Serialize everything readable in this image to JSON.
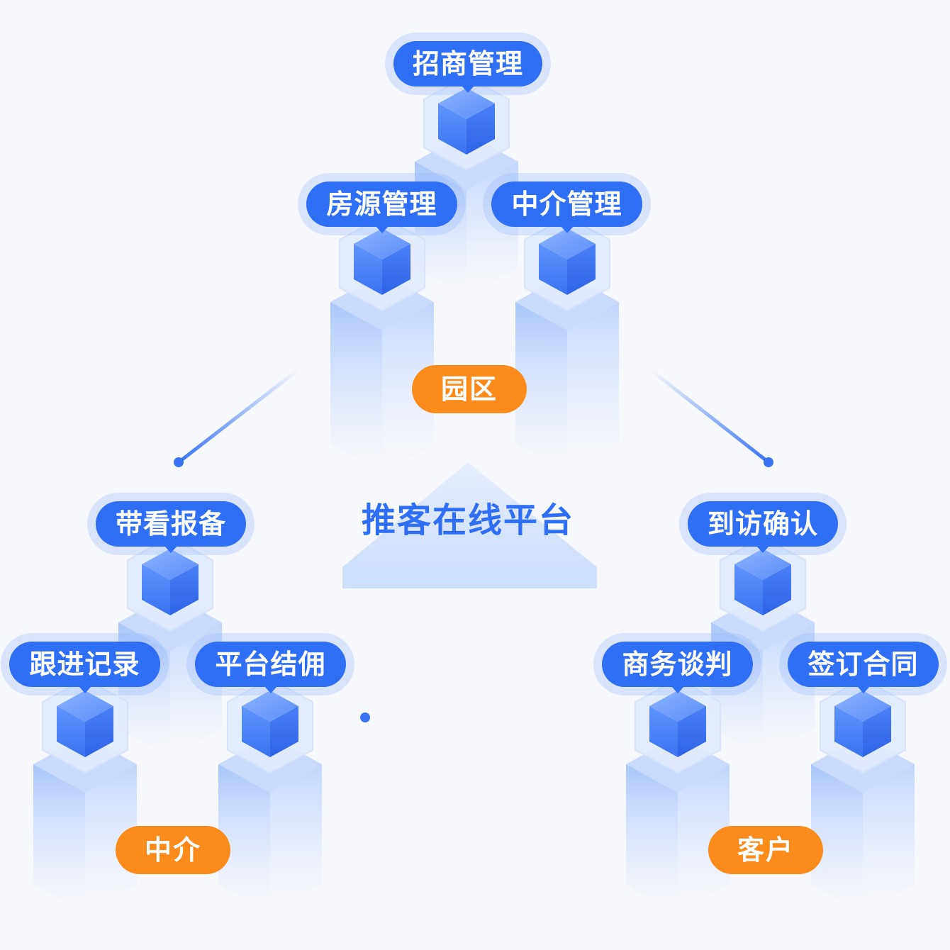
{
  "center_title": "推客在线平台",
  "groups": [
    {
      "tag": "园区",
      "nodes": [
        "招商管理",
        "房源管理",
        "中介管理"
      ]
    },
    {
      "tag": "中介",
      "nodes": [
        "带看报备",
        "跟进记录",
        "平台结佣"
      ]
    },
    {
      "tag": "客户",
      "nodes": [
        "到访确认",
        "商务谈判",
        "签订合同"
      ]
    }
  ],
  "colors": {
    "primary_blue": "#2f6ff5",
    "tag_orange": "#fb8c1c",
    "background": "#f7f8fb"
  },
  "icons": [
    "cube-icon"
  ]
}
